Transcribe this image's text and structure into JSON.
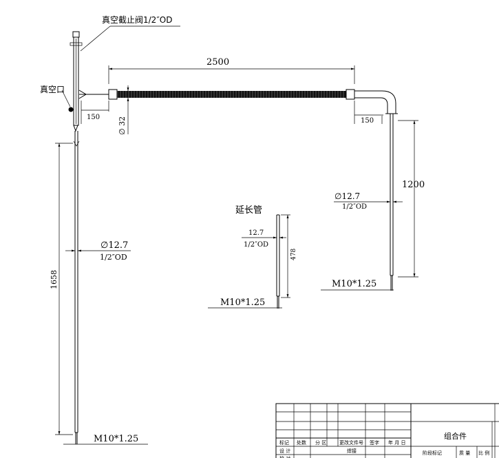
{
  "labels": {
    "valve": "真空截止阀1/2″OD",
    "vacuum_port": "真空口",
    "extension_tube": "延长管"
  },
  "dimensions": {
    "span_length": "2500",
    "left_offset": "150",
    "right_offset": "150",
    "hose_diameter": "∅ 32",
    "right_drop": "1200",
    "right_tube_dia": "∅12.7",
    "right_tube_od": "1/2″OD",
    "right_thread": "M10*1.25",
    "left_drop": "1658",
    "left_tube_dia": "∅12.7",
    "left_tube_od": "1/2″OD",
    "left_thread": "M10*1.25",
    "ext_dia": "12.7",
    "ext_od": "1/2″OD",
    "ext_length": "478",
    "ext_thread": "M10*1.25"
  },
  "title_block": {
    "header": [
      "标记",
      "处数",
      "分 区",
      "更改文件号",
      "签字",
      "年 月 日"
    ],
    "rows": [
      "设 计",
      "校 对"
    ],
    "welding": "焊接",
    "stage_mark": "阶段标记",
    "weight": "质 量",
    "scale": "比 例",
    "drawing_name": "组合件"
  }
}
